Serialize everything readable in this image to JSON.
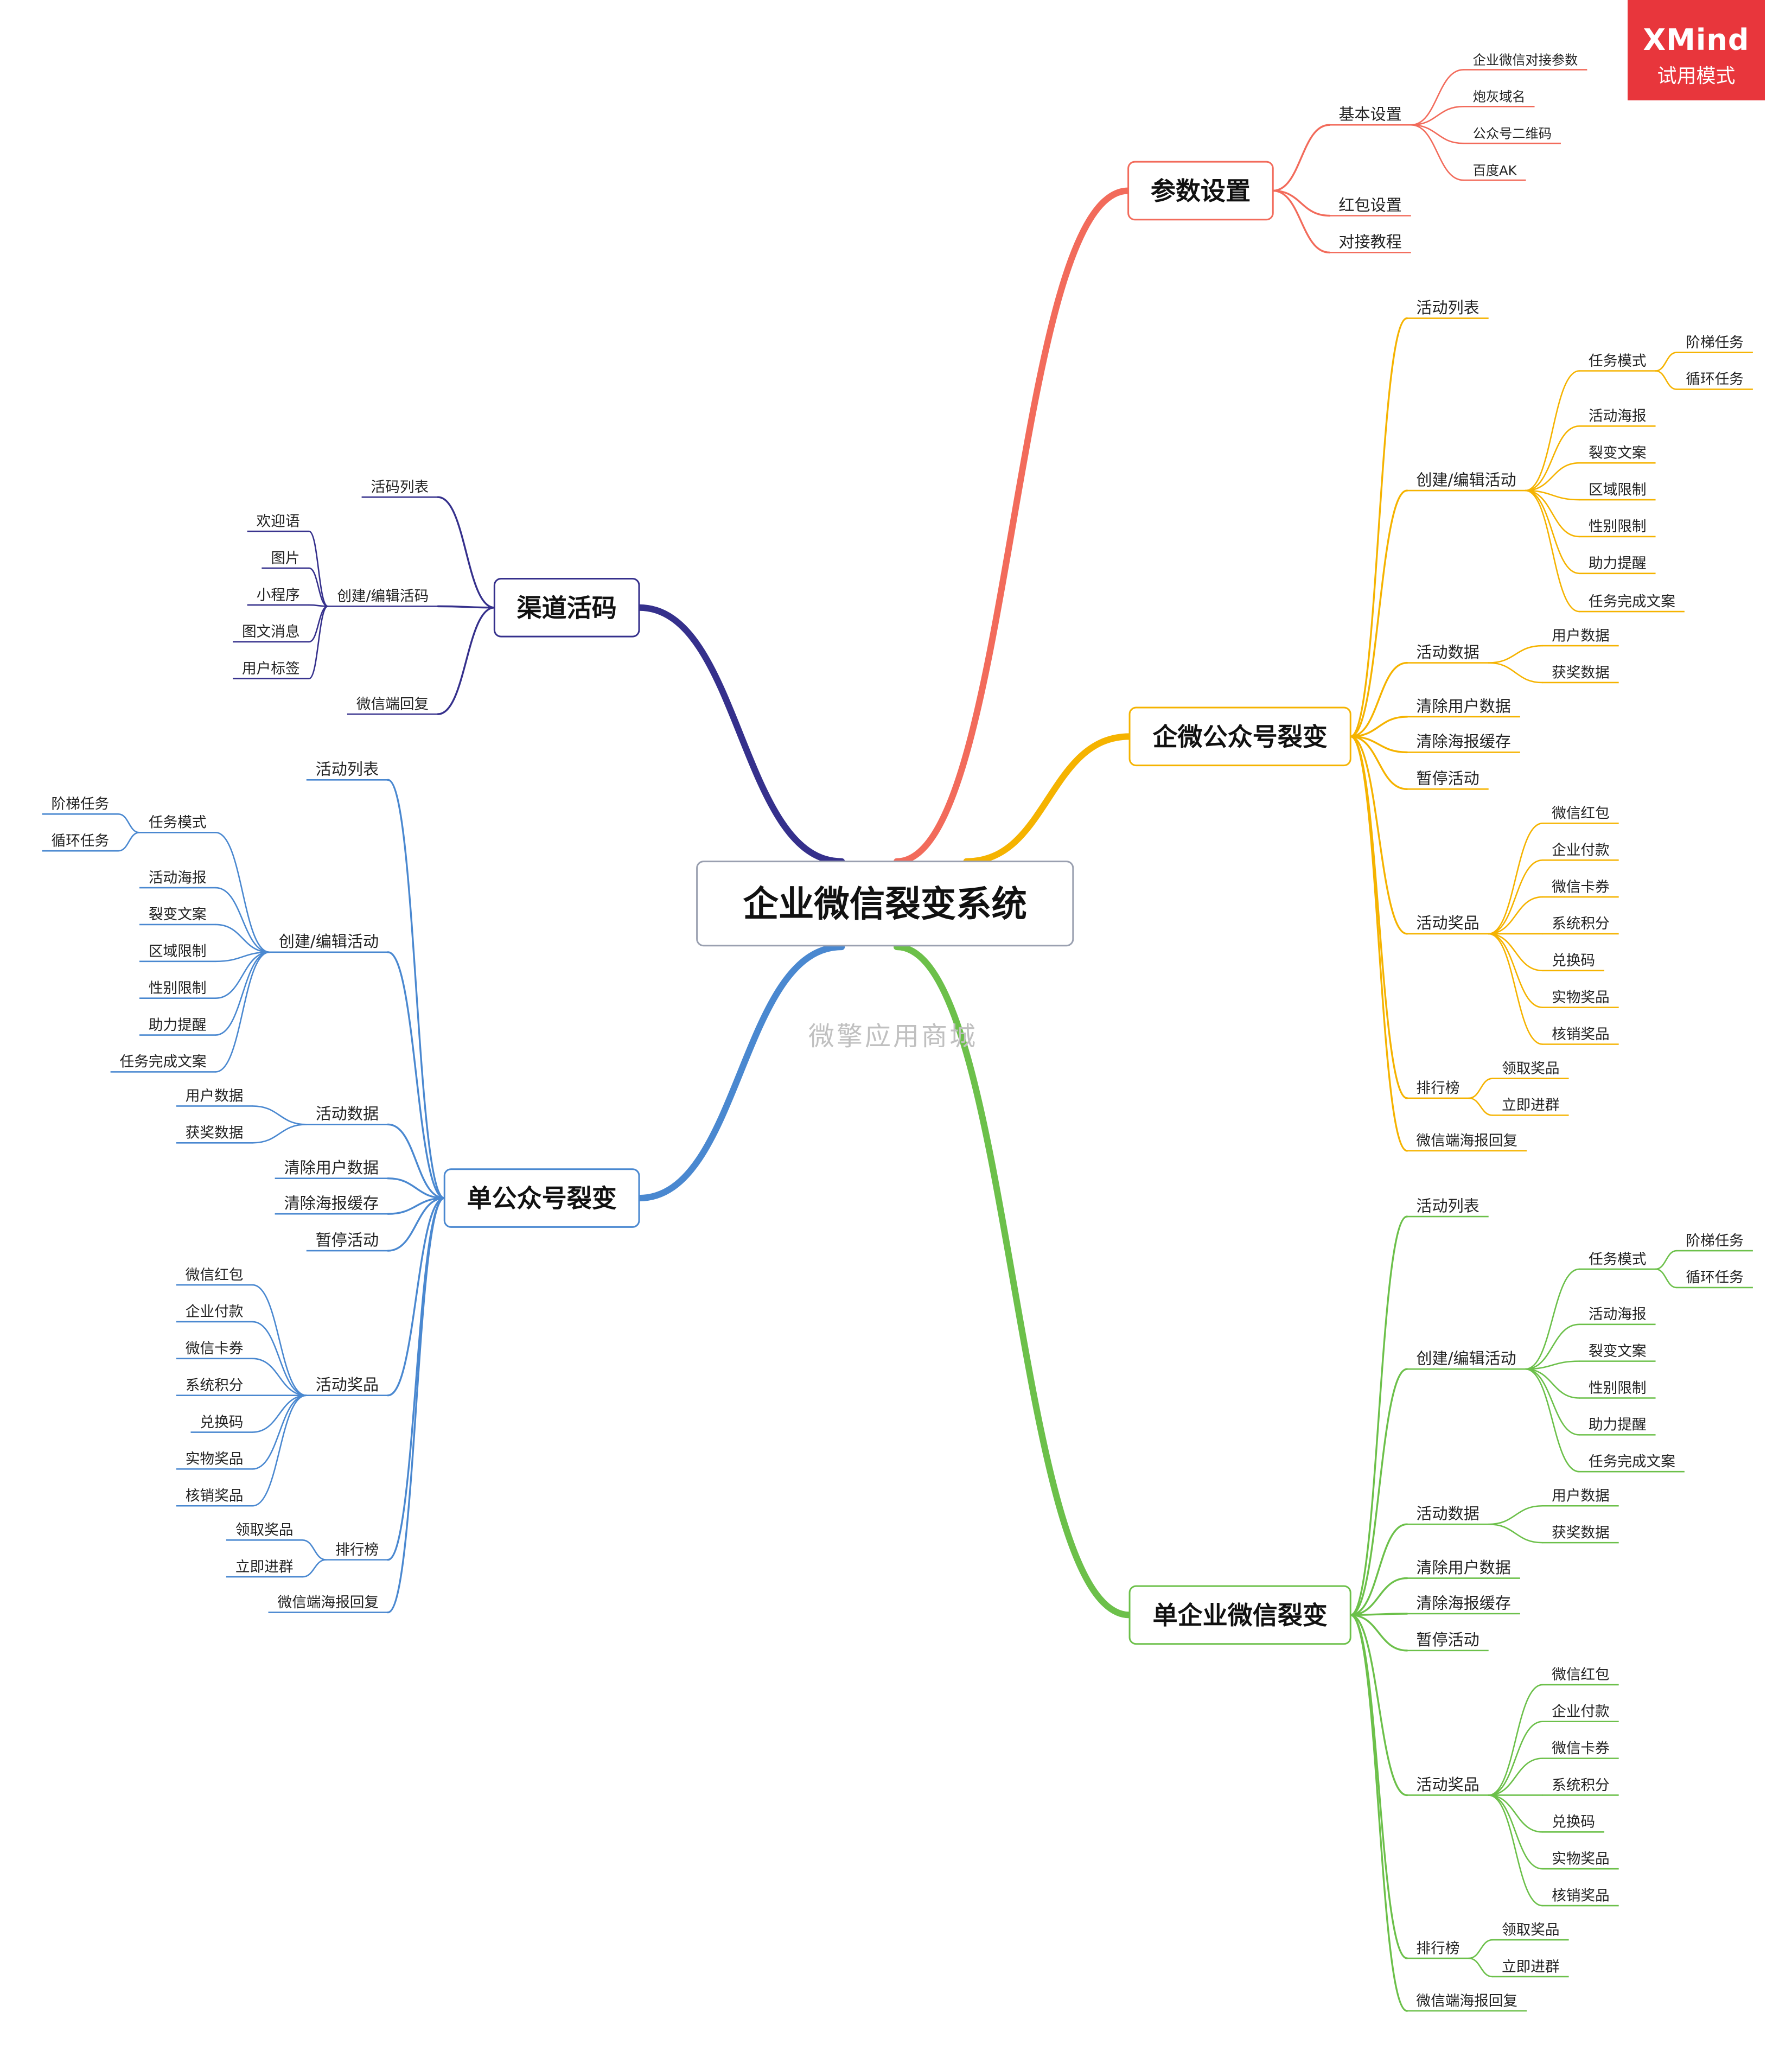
{
  "badge": {
    "brand": "XMind",
    "mode": "试用模式"
  },
  "watermark": "微擎应用商城",
  "mindmap": {
    "root": "企业微信裂变系统",
    "branches": [
      {
        "label": "参数设置",
        "color": "#f26b5b",
        "children": [
          {
            "label": "基本设置",
            "children": [
              "企业微信对接参数",
              "炮灰域名",
              "公众号二维码",
              "百度AK"
            ]
          },
          "红包设置",
          "对接教程"
        ]
      },
      {
        "label": "企微公众号裂变",
        "color": "#f5b300",
        "children": [
          "活动列表",
          {
            "label": "创建/编辑活动",
            "children": [
              {
                "label": "任务模式",
                "children": [
                  "阶梯任务",
                  "循环任务"
                ]
              },
              "活动海报",
              "裂变文案",
              "区域限制",
              "性别限制",
              "助力提醒",
              "任务完成文案"
            ]
          },
          {
            "label": "活动数据",
            "children": [
              "用户数据",
              "获奖数据"
            ]
          },
          "清除用户数据",
          "清除海报缓存",
          "暂停活动",
          {
            "label": "活动奖品",
            "children": [
              "微信红包",
              "企业付款",
              "微信卡券",
              "系统积分",
              "兑换码",
              "实物奖品",
              "核销奖品"
            ]
          },
          {
            "label": "排行榜",
            "children": [
              "领取奖品",
              "立即进群"
            ]
          },
          "微信端海报回复"
        ]
      },
      {
        "label": "单企业微信裂变",
        "color": "#6cc04a",
        "children": [
          "活动列表",
          {
            "label": "创建/编辑活动",
            "children": [
              {
                "label": "任务模式",
                "children": [
                  "阶梯任务",
                  "循环任务"
                ]
              },
              "活动海报",
              "裂变文案",
              "性别限制",
              "助力提醒",
              "任务完成文案"
            ]
          },
          {
            "label": "活动数据",
            "children": [
              "用户数据",
              "获奖数据"
            ]
          },
          "清除用户数据",
          "清除海报缓存",
          "暂停活动",
          {
            "label": "活动奖品",
            "children": [
              "微信红包",
              "企业付款",
              "微信卡券",
              "系统积分",
              "兑换码",
              "实物奖品",
              "核销奖品"
            ]
          },
          {
            "label": "排行榜",
            "children": [
              "领取奖品",
              "立即进群"
            ]
          },
          "微信端海报回复"
        ]
      },
      {
        "label": "渠道活码",
        "color": "#35308c",
        "children": [
          "活码列表",
          {
            "label": "创建/编辑活码",
            "children": [
              "欢迎语",
              "图片",
              "小程序",
              "图文消息",
              "用户标签"
            ]
          },
          "微信端回复"
        ]
      },
      {
        "label": "单公众号裂变",
        "color": "#4a88d0",
        "children": [
          "活动列表",
          {
            "label": "创建/编辑活动",
            "children": [
              {
                "label": "任务模式",
                "children": [
                  "阶梯任务",
                  "循环任务"
                ]
              },
              "活动海报",
              "裂变文案",
              "区域限制",
              "性别限制",
              "助力提醒",
              "任务完成文案"
            ]
          },
          {
            "label": "活动数据",
            "children": [
              "用户数据",
              "获奖数据"
            ]
          },
          "清除用户数据",
          "清除海报缓存",
          "暂停活动",
          {
            "label": "活动奖品",
            "children": [
              "微信红包",
              "企业付款",
              "微信卡券",
              "系统积分",
              "兑换码",
              "实物奖品",
              "核销奖品"
            ]
          },
          {
            "label": "排行榜",
            "children": [
              "领取奖品",
              "立即进群"
            ]
          },
          "微信端海报回复"
        ]
      }
    ]
  }
}
